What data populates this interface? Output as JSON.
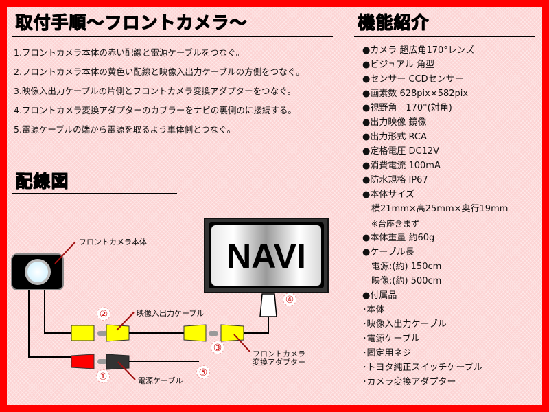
{
  "install": {
    "title": "取付手順〜フロントカメラ〜",
    "steps": [
      "1.フロントカメラ本体の赤い配線と電源ケーブルをつなぐ。",
      "2.フロントカメラ本体の黄色い配線と映像入出力ケーブルの方側をつなぐ。",
      "3.映像入出力ケーブルの片側とフロントカメラ変換アダプターをつなぐ。",
      "4.フロントカメラ変換アダプターのカプラーをナビの裏側のに接続する。",
      "5.電源ケーブルの端から電源を取るよう車体側とつなぐ。"
    ]
  },
  "wiring": {
    "title": "配線図",
    "navi_label": "NAVI",
    "labels": {
      "camera_body": "フロントカメラ本体",
      "video_cable": "映像入出力ケーブル",
      "adapter_line1": "フロントカメラ",
      "adapter_line2": "変換アダプター",
      "power_cable": "電源ケーブル"
    },
    "markers": [
      "①",
      "②",
      "③",
      "④",
      "⑤"
    ],
    "colors": {
      "yellow_connector": "#ffff00",
      "red_connector": "#ff0000",
      "black_connector": "#333333",
      "leader_line": "#a01010",
      "marker_text": "#d01010"
    }
  },
  "features": {
    "title": "機能紹介",
    "items": [
      {
        "text": "●カメラ 超広角170°レンズ",
        "type": "bullet"
      },
      {
        "text": "●ビジュアル 角型",
        "type": "bullet"
      },
      {
        "text": "●センサー CCDセンサー",
        "type": "bullet"
      },
      {
        "text": "●画素数 628pix×582pix",
        "type": "bullet"
      },
      {
        "text": "●視野角　170°(対角)",
        "type": "bullet"
      },
      {
        "text": "●出力映像 鏡像",
        "type": "bullet"
      },
      {
        "text": "●出力形式 RCA",
        "type": "bullet"
      },
      {
        "text": "●定格電圧 DC12V",
        "type": "bullet"
      },
      {
        "text": "●消費電流 100mA",
        "type": "bullet"
      },
      {
        "text": "●防水規格 IP67",
        "type": "bullet"
      },
      {
        "text": "●本体サイズ",
        "type": "bullet"
      },
      {
        "text": "横21mm×高25mm×奥行19mm",
        "type": "indent"
      },
      {
        "text": "※台座含まず",
        "type": "indent-sub"
      },
      {
        "text": "●本体重量 約60g",
        "type": "bullet"
      },
      {
        "text": "●ケーブル長",
        "type": "bullet"
      },
      {
        "text": "電源:(約) 150cm",
        "type": "indent"
      },
      {
        "text": "映像:(約) 500cm",
        "type": "indent"
      },
      {
        "text": "●付属品",
        "type": "bullet"
      },
      {
        "text": "･本体",
        "type": "plain"
      },
      {
        "text": "･映像入出力ケーブル",
        "type": "plain"
      },
      {
        "text": "･電源ケーブル",
        "type": "plain"
      },
      {
        "text": "･固定用ネジ",
        "type": "plain"
      },
      {
        "text": "･トヨタ純正スイッチケーブル",
        "type": "plain"
      },
      {
        "text": "･カメラ変換アダプター",
        "type": "plain"
      }
    ]
  },
  "theme": {
    "border": "#ff0000",
    "background": "#fcd4d4"
  }
}
